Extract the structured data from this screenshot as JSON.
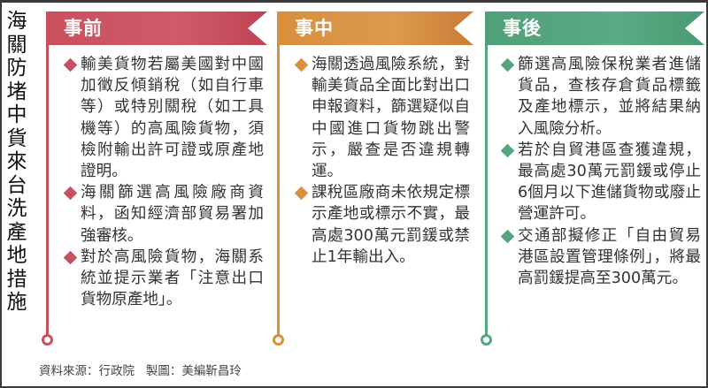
{
  "vertical_title": [
    "海",
    "關",
    "防",
    "堵",
    "中",
    "貨",
    "來",
    "台",
    "洗",
    "產",
    "地",
    "措",
    "施"
  ],
  "colors": {
    "before": "#c9505f",
    "during": "#d9913f",
    "after": "#55a57e",
    "text": "#333333",
    "frame": "#3a3a3a"
  },
  "columns": [
    {
      "key": "before",
      "header": "事前",
      "items": [
        "輸美貨物若屬美國對中國加徵反傾銷稅（如自行車等）或特別關稅（如工具機等）的高風險貨物，須檢附輸出許可證或原產地證明。",
        "海關篩選高風險廠商資料，函知經濟部貿易署加強審核。",
        "對於高風險貨物，海關系統並提示業者「注意出口貨物原產地」。"
      ]
    },
    {
      "key": "during",
      "header": "事中",
      "items": [
        "海關透過風險系統，對輸美貨品全面比對出口申報資料，篩選疑似自中國進口貨物跳出警示，嚴查是否違規轉運。",
        "課稅區廠商未依規定標示產地或標示不實，最高處300萬元罰鍰或禁止1年輸出入。"
      ]
    },
    {
      "key": "after",
      "header": "事後",
      "items": [
        "篩選高風險保稅業者進儲貨品，查核存倉貨品標籤及產地標示，並將結果納入風險分析。",
        "若於自貿港區查獲違規，最高處30萬元罰鍰或停止6個月以下進儲貨物或廢止營運許可。",
        "交通部擬修正「自由貿易港區設置管理條例」，將最高罰鍰提高至300萬元。"
      ]
    }
  ],
  "footer": {
    "source": "資料來源：行政院",
    "credit": "製圖：美編靳昌玲"
  }
}
